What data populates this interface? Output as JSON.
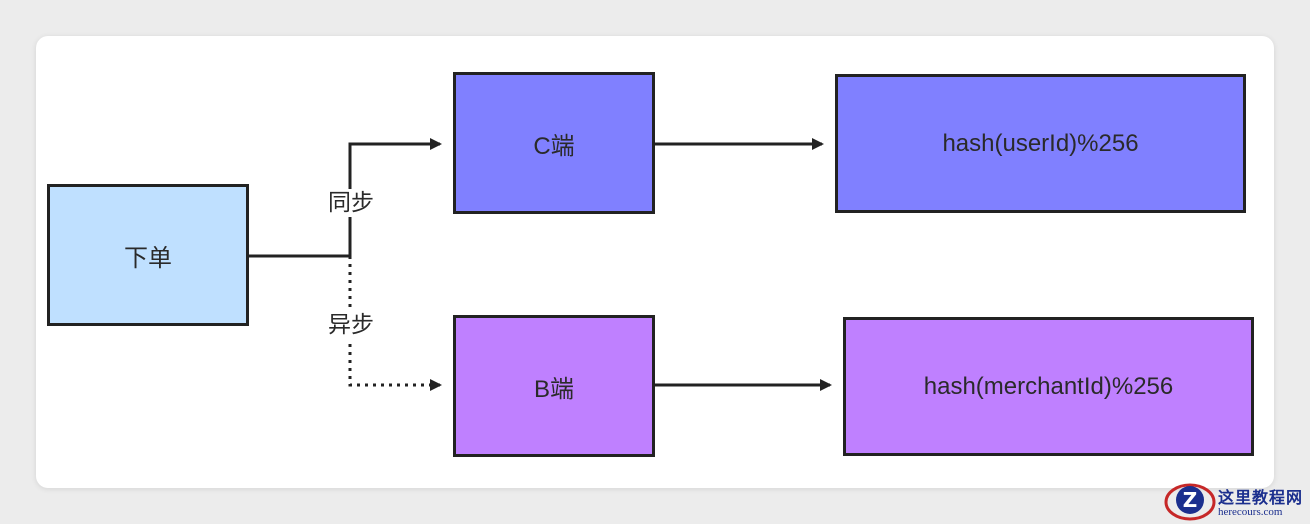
{
  "nodes": {
    "order": {
      "label": "下单",
      "fill": "#bfe0ff"
    },
    "c_side": {
      "label": "C端",
      "fill": "#8080ff"
    },
    "b_side": {
      "label": "B端",
      "fill": "#bf80ff"
    },
    "c_hash": {
      "label": "hash(userId)%256",
      "fill": "#8080ff"
    },
    "b_hash": {
      "label": "hash(merchantId)%256",
      "fill": "#bf80ff"
    }
  },
  "edges": {
    "sync_label": "同步",
    "async_label": "异步"
  },
  "watermark": {
    "icon": "logo-z-icon",
    "title": "这里教程网",
    "url": "herecours.com"
  }
}
